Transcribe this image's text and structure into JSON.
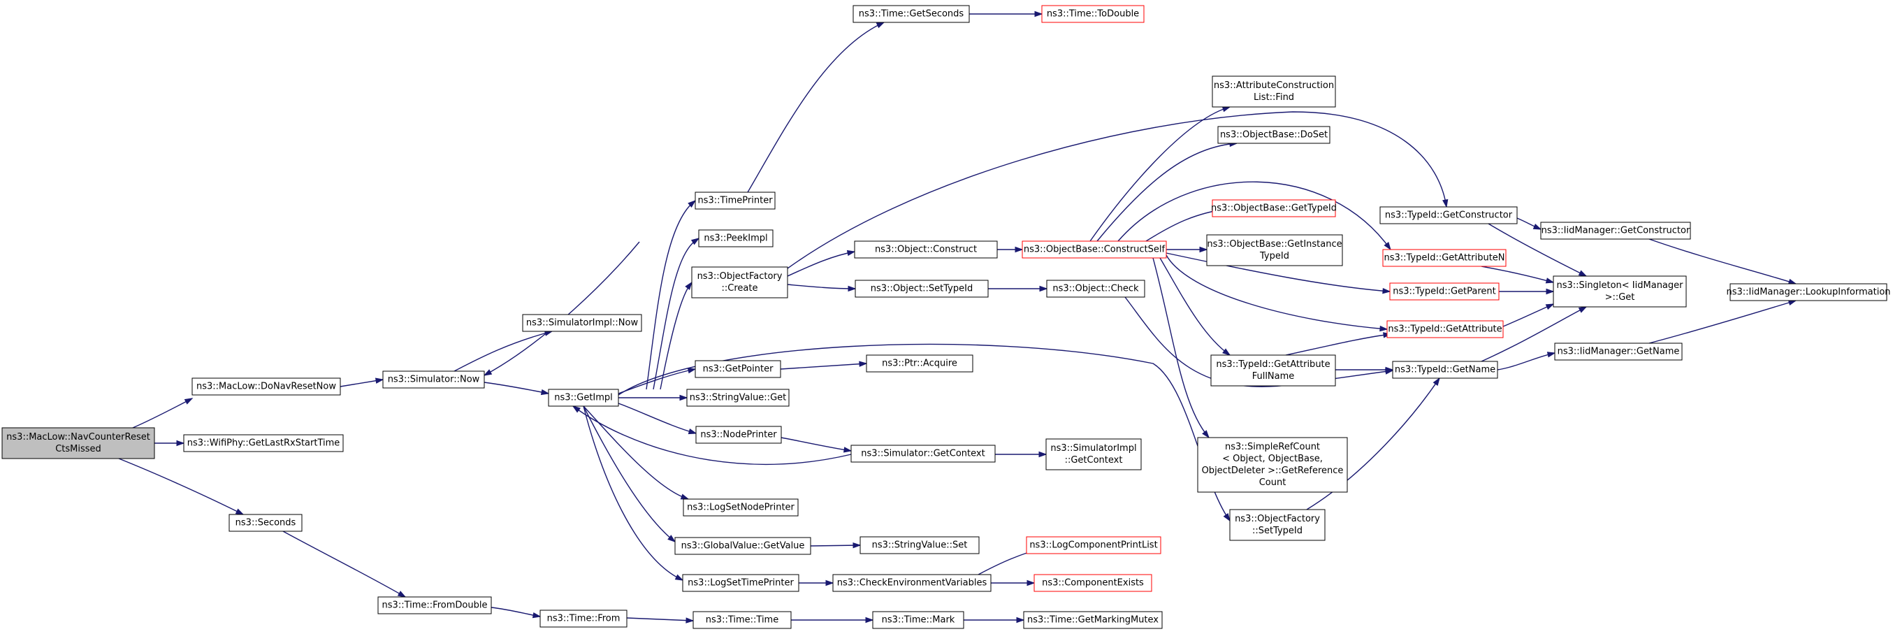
{
  "graph": {
    "nodes": [
      {
        "id": "navcounter",
        "lines": [
          "ns3::MacLow::NavCounterReset",
          "CtsMissed"
        ],
        "style": "root"
      },
      {
        "id": "donavresetnow",
        "lines": [
          "ns3::MacLow::DoNavResetNow"
        ]
      },
      {
        "id": "getlastrx",
        "lines": [
          "ns3::WifiPhy::GetLastRxStartTime"
        ]
      },
      {
        "id": "seconds",
        "lines": [
          "ns3::Seconds"
        ]
      },
      {
        "id": "simnow",
        "lines": [
          "ns3::Simulator::Now"
        ]
      },
      {
        "id": "simimplnow",
        "lines": [
          "ns3::SimulatorImpl::Now"
        ]
      },
      {
        "id": "getimpl",
        "lines": [
          "ns3::GetImpl"
        ]
      },
      {
        "id": "fromdouble",
        "lines": [
          "ns3::Time::FromDouble"
        ]
      },
      {
        "id": "timefrom",
        "lines": [
          "ns3::Time::From"
        ]
      },
      {
        "id": "timeprinter",
        "lines": [
          "ns3::TimePrinter"
        ]
      },
      {
        "id": "peekimpl",
        "lines": [
          "ns3::PeekImpl"
        ]
      },
      {
        "id": "objfactcreate",
        "lines": [
          "ns3::ObjectFactory",
          "::Create"
        ]
      },
      {
        "id": "getpointer",
        "lines": [
          "ns3::GetPointer"
        ]
      },
      {
        "id": "stringget",
        "lines": [
          "ns3::StringValue::Get"
        ]
      },
      {
        "id": "nodeprinter",
        "lines": [
          "ns3::NodePrinter"
        ]
      },
      {
        "id": "logsetnode",
        "lines": [
          "ns3::LogSetNodePrinter"
        ]
      },
      {
        "id": "gvgetvalue",
        "lines": [
          "ns3::GlobalValue::GetValue"
        ]
      },
      {
        "id": "logsettime",
        "lines": [
          "ns3::LogSetTimePrinter"
        ]
      },
      {
        "id": "timetime",
        "lines": [
          "ns3::Time::Time"
        ]
      },
      {
        "id": "getseconds",
        "lines": [
          "ns3::Time::GetSeconds"
        ]
      },
      {
        "id": "todouble",
        "lines": [
          "ns3::Time::ToDouble"
        ],
        "style": "trunc"
      },
      {
        "id": "objconstruct",
        "lines": [
          "ns3::Object::Construct"
        ]
      },
      {
        "id": "objsettypeid",
        "lines": [
          "ns3::Object::SetTypeId"
        ]
      },
      {
        "id": "ptracquire",
        "lines": [
          "ns3::Ptr::Acquire"
        ]
      },
      {
        "id": "simgetcontext",
        "lines": [
          "ns3::Simulator::GetContext"
        ]
      },
      {
        "id": "stringset",
        "lines": [
          "ns3::StringValue::Set"
        ]
      },
      {
        "id": "checkenv",
        "lines": [
          "ns3::CheckEnvironmentVariables"
        ]
      },
      {
        "id": "timemark",
        "lines": [
          "ns3::Time::Mark"
        ]
      },
      {
        "id": "constructself",
        "lines": [
          "ns3::ObjectBase::ConstructSelf"
        ],
        "style": "trunc"
      },
      {
        "id": "objcheck",
        "lines": [
          "ns3::Object::Check"
        ]
      },
      {
        "id": "simimplgetctx",
        "lines": [
          "ns3::SimulatorImpl",
          "::GetContext"
        ]
      },
      {
        "id": "logcompprint",
        "lines": [
          "ns3::LogComponentPrintList"
        ],
        "style": "trunc"
      },
      {
        "id": "compexists",
        "lines": [
          "ns3::ComponentExists"
        ],
        "style": "trunc"
      },
      {
        "id": "getmarkingmutex",
        "lines": [
          "ns3::Time::GetMarkingMutex"
        ]
      },
      {
        "id": "attrconstrfind",
        "lines": [
          "ns3::AttributeConstruction",
          "List::Find"
        ]
      },
      {
        "id": "objbasedoset",
        "lines": [
          "ns3::ObjectBase::DoSet"
        ]
      },
      {
        "id": "objbasegettid",
        "lines": [
          "ns3::ObjectBase::GetTypeId"
        ],
        "style": "trunc"
      },
      {
        "id": "objbasegetinst",
        "lines": [
          "ns3::ObjectBase::GetInstance",
          "TypeId"
        ]
      },
      {
        "id": "tidgetattrfull",
        "lines": [
          "ns3::TypeId::GetAttribute",
          "FullName"
        ]
      },
      {
        "id": "simplerefcount",
        "lines": [
          "ns3::SimpleRefCount",
          "< Object, ObjectBase,",
          "ObjectDeleter >::GetReference",
          "Count"
        ]
      },
      {
        "id": "objfactsettid",
        "lines": [
          "ns3::ObjectFactory",
          "::SetTypeId"
        ]
      },
      {
        "id": "tidgetctor",
        "lines": [
          "ns3::TypeId::GetConstructor"
        ]
      },
      {
        "id": "tidgetattrn",
        "lines": [
          "ns3::TypeId::GetAttributeN"
        ],
        "style": "trunc"
      },
      {
        "id": "tidgetparent",
        "lines": [
          "ns3::TypeId::GetParent"
        ],
        "style": "trunc"
      },
      {
        "id": "tidgetattr",
        "lines": [
          "ns3::TypeId::GetAttribute"
        ],
        "style": "trunc"
      },
      {
        "id": "tidgetname",
        "lines": [
          "ns3::TypeId::GetName"
        ]
      },
      {
        "id": "iidgetctor",
        "lines": [
          "ns3::IidManager::GetConstructor"
        ]
      },
      {
        "id": "singletonget",
        "lines": [
          "ns3::Singleton< IidManager",
          ">::Get"
        ]
      },
      {
        "id": "iidgetname",
        "lines": [
          "ns3::IidManager::GetName"
        ]
      },
      {
        "id": "iidlookup",
        "lines": [
          "ns3::IidManager::LookupInformation"
        ]
      }
    ],
    "edges": [
      {
        "from": "navcounter",
        "to": "donavresetnow"
      },
      {
        "from": "navcounter",
        "to": "getlastrx"
      },
      {
        "from": "navcounter",
        "to": "seconds"
      },
      {
        "from": "donavresetnow",
        "to": "simnow"
      },
      {
        "from": "seconds",
        "to": "fromdouble"
      },
      {
        "from": "simnow",
        "to": "simimplnow"
      },
      {
        "from": "simnow",
        "to": "getimpl"
      },
      {
        "from": "getimpl",
        "to": "simnow"
      },
      {
        "from": "getimpl",
        "to": "timeprinter"
      },
      {
        "from": "getimpl",
        "to": "peekimpl"
      },
      {
        "from": "getimpl",
        "to": "objfactcreate"
      },
      {
        "from": "getimpl",
        "to": "getpointer"
      },
      {
        "from": "getimpl",
        "to": "stringget"
      },
      {
        "from": "getimpl",
        "to": "nodeprinter"
      },
      {
        "from": "getimpl",
        "to": "logsetnode"
      },
      {
        "from": "getimpl",
        "to": "gvgetvalue"
      },
      {
        "from": "getimpl",
        "to": "logsettime"
      },
      {
        "from": "getimpl",
        "to": "objfactsettid"
      },
      {
        "from": "simgetcontext",
        "to": "getimpl"
      },
      {
        "from": "fromdouble",
        "to": "timefrom"
      },
      {
        "from": "timefrom",
        "to": "timetime"
      },
      {
        "from": "timeprinter",
        "to": "getseconds"
      },
      {
        "from": "getseconds",
        "to": "todouble"
      },
      {
        "from": "objfactcreate",
        "to": "objconstruct"
      },
      {
        "from": "objfactcreate",
        "to": "objsettypeid"
      },
      {
        "from": "objfactcreate",
        "to": "tidgetctor"
      },
      {
        "from": "getpointer",
        "to": "ptracquire"
      },
      {
        "from": "nodeprinter",
        "to": "simgetcontext"
      },
      {
        "from": "gvgetvalue",
        "to": "stringset"
      },
      {
        "from": "logsettime",
        "to": "checkenv"
      },
      {
        "from": "timetime",
        "to": "timemark"
      },
      {
        "from": "objconstruct",
        "to": "constructself"
      },
      {
        "from": "objsettypeid",
        "to": "objcheck"
      },
      {
        "from": "simgetcontext",
        "to": "simimplgetctx"
      },
      {
        "from": "checkenv",
        "to": "logcompprint"
      },
      {
        "from": "checkenv",
        "to": "compexists"
      },
      {
        "from": "timemark",
        "to": "getmarkingmutex"
      },
      {
        "from": "constructself",
        "to": "attrconstrfind"
      },
      {
        "from": "constructself",
        "to": "objbasedoset"
      },
      {
        "from": "constructself",
        "to": "objbasegettid"
      },
      {
        "from": "constructself",
        "to": "objbasegetinst"
      },
      {
        "from": "constructself",
        "to": "tidgetattrfull"
      },
      {
        "from": "constructself",
        "to": "simplerefcount"
      },
      {
        "from": "constructself",
        "to": "tidgetattrn"
      },
      {
        "from": "constructself",
        "to": "tidgetparent"
      },
      {
        "from": "constructself",
        "to": "tidgetattr"
      },
      {
        "from": "objcheck",
        "to": "tidgetname"
      },
      {
        "from": "objfactsettid",
        "to": "tidgetname"
      },
      {
        "from": "tidgetattrfull",
        "to": "tidgetattr"
      },
      {
        "from": "tidgetattrfull",
        "to": "tidgetname"
      },
      {
        "from": "tidgetctor",
        "to": "iidgetctor"
      },
      {
        "from": "tidgetctor",
        "to": "singletonget"
      },
      {
        "from": "tidgetattrn",
        "to": "singletonget"
      },
      {
        "from": "tidgetparent",
        "to": "singletonget"
      },
      {
        "from": "tidgetattr",
        "to": "singletonget"
      },
      {
        "from": "tidgetname",
        "to": "singletonget"
      },
      {
        "from": "tidgetname",
        "to": "iidgetname"
      },
      {
        "from": "iidgetctor",
        "to": "iidlookup"
      },
      {
        "from": "iidgetname",
        "to": "iidlookup"
      }
    ]
  }
}
